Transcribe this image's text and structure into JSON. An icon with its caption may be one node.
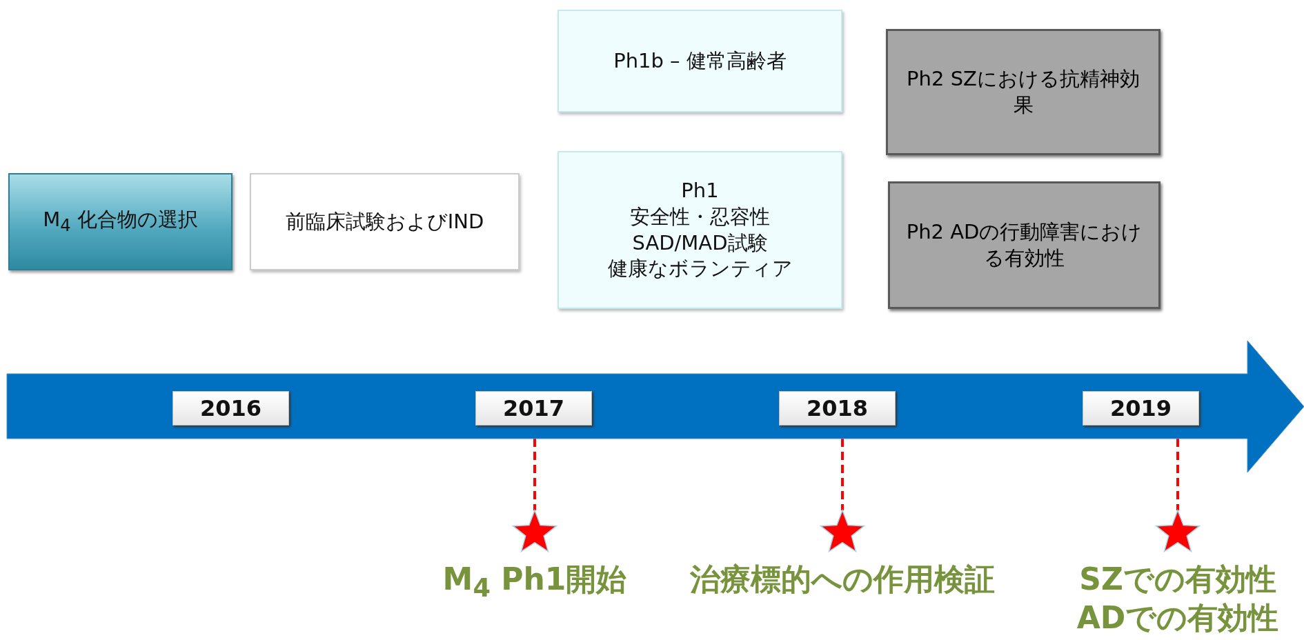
{
  "diagram": {
    "nodes": [
      {
        "text": [
          "M$_{4}$ 化合物の選択"
        ]
      },
      {
        "text": [
          "前臨床試験およびIND"
        ]
      },
      {
        "text": [
          "Ph1b – 健常高齢者"
        ]
      },
      {
        "text": [
          "Ph1",
          "安全性・忍容性",
          "SAD/MAD試験",
          "健康なボランティア"
        ]
      },
      {
        "text": [
          "Ph2  SZにおける抗精神効果"
        ]
      },
      {
        "text": [
          "Ph2 ADの行動障害における有効性"
        ]
      },
      {
        "text": [],
        "shape": "arrow"
      },
      {
        "text": [
          "2016"
        ],
        "in": 6
      },
      {
        "text": [
          "2017"
        ],
        "in": 6
      },
      {
        "text": [
          "2018"
        ],
        "in": 6
      },
      {
        "text": [
          "2019"
        ],
        "in": 6
      },
      {
        "text": [],
        "shape": "star",
        "beside": [
          "M$_{4}$ Ph1開始"
        ]
      },
      {
        "text": [],
        "shape": "star",
        "beside": [
          "治療標的への作用検証"
        ]
      },
      {
        "text": [],
        "shape": "star",
        "beside": [
          "SZでの有効性",
          "ADでの有効性"
        ]
      }
    ],
    "edges": [
      {
        "from": 6,
        "to": 11,
        "arrow": "none",
        "style": "dashed",
        "color": "#ff0000"
      },
      {
        "from": 6,
        "to": 12,
        "arrow": "none",
        "style": "dashed",
        "color": "#ff0000"
      },
      {
        "from": 6,
        "to": 13,
        "arrow": "none",
        "style": "dashed",
        "color": "#ff0000"
      }
    ]
  }
}
